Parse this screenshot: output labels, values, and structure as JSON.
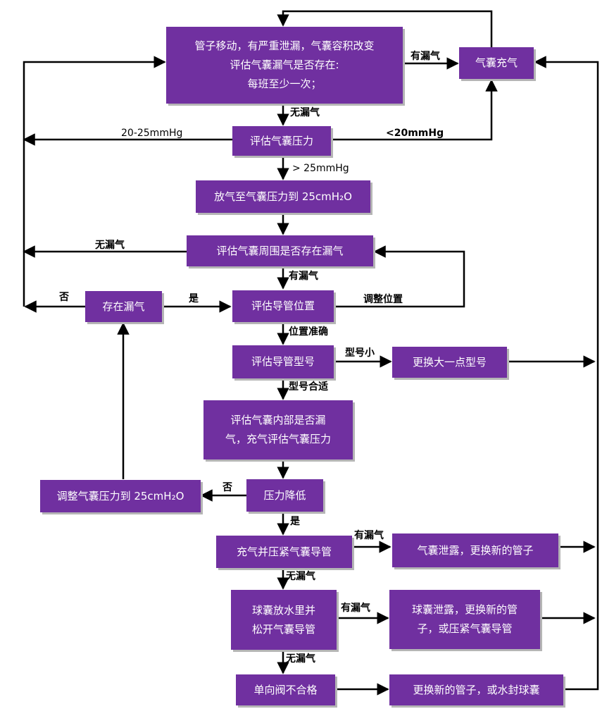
{
  "nodes": {
    "n1": {
      "lines": [
        "管子移动，有严重泄漏，气囊容积改变",
        "评估气囊漏气是否存在:",
        "每班至少一次；"
      ]
    },
    "inflate": {
      "text": "气囊充气"
    },
    "pressure": {
      "text": "评估气囊压力"
    },
    "deflate": {
      "text": "放气至气囊压力到 25cmH₂O"
    },
    "around": {
      "text": "评估气囊周围是否存在漏气"
    },
    "exists": {
      "text": "存在漏气"
    },
    "position": {
      "text": "评估导管位置"
    },
    "model": {
      "text": "评估导管型号"
    },
    "bigger": {
      "text": "更换大一点型号"
    },
    "internal": {
      "lines": [
        "评估气囊内部是否漏",
        "气，充气评估气囊压力"
      ]
    },
    "adjust": {
      "text": "调整气囊压力到 25cmH₂O"
    },
    "drop": {
      "text": "压力降低"
    },
    "clamp": {
      "text": "充气并压紧气囊导管"
    },
    "leak1": {
      "text": "气囊泄露，更换新的管子"
    },
    "ball": {
      "lines": [
        "球囊放水里并",
        "松开气囊导管"
      ]
    },
    "leak2": {
      "lines": [
        "球囊泄露，更换新的管",
        "子，或压紧气囊导管"
      ]
    },
    "valve": {
      "text": "单向阀不合格"
    },
    "replace": {
      "text": "更换新的管子，或水封球囊"
    }
  },
  "labels": {
    "has_leak_top": "有漏气",
    "no_leak_1": "无漏气",
    "p_20_25": "20-25mmHg",
    "p_lt20": "<20mmHg",
    "p_gt25": "> 25mmHg",
    "no_leak_2": "无漏气",
    "has_leak_2": "有漏气",
    "no": "否",
    "yes": "是",
    "adjust_pos": "调整位置",
    "pos_ok": "位置准确",
    "model_small": "型号小",
    "model_ok": "型号合适",
    "no_2": "否",
    "yes_2": "是",
    "has_leak_3": "有漏气",
    "no_leak_3": "无漏气",
    "has_leak_4": "有漏气",
    "no_leak_4": "无漏气"
  },
  "colors": {
    "box": "#7030a0",
    "text": "#ffffff",
    "line": "#000000"
  }
}
